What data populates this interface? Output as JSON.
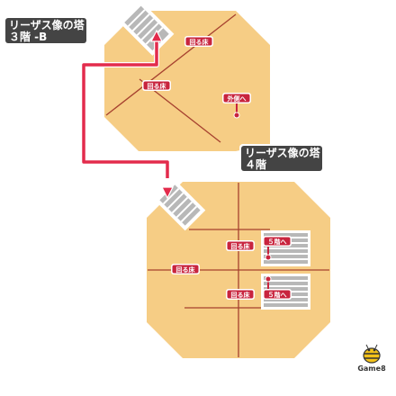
{
  "colors": {
    "floor": "#f6cd85",
    "wall": "#ffffff",
    "line": "#a6412f",
    "route": "#e32b4c",
    "label_bg": "#444444",
    "tag_bg": "#c8243e",
    "stair_white": "#ffffff",
    "stair_gray": "#b8b8b8"
  },
  "titles": {
    "upper_line1": "リーザス像の塔",
    "upper_line2": "３階 -B",
    "lower_line1": "リーザス像の塔",
    "lower_line2": "４階"
  },
  "tags": {
    "rot_upper_1": "回る床",
    "rot_upper_2": "回る床",
    "outer_ring": "外側へ",
    "rot_lower_1": "回る床",
    "rot_lower_2": "回る床",
    "rot_lower_3": "回る床",
    "to_5f_1": "５階へ",
    "to_5f_2": "５階へ"
  },
  "logo": {
    "text": "Game8",
    "icon": "game8-bee-icon"
  }
}
